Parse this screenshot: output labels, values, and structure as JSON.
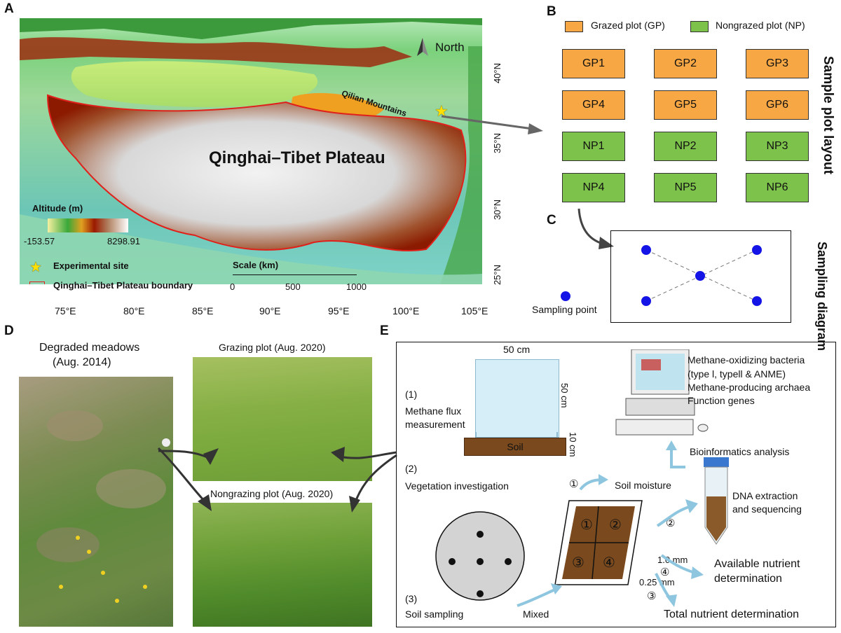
{
  "panels": {
    "a": "A",
    "b": "B",
    "c": "C",
    "d": "D",
    "e": "E"
  },
  "map": {
    "plateau_name": "Qinghai–Tibet Plateau",
    "mountains": "Qilian Mountains",
    "north": "North",
    "altitude_title": "Altitude (m)",
    "altitude_min": "-153.57",
    "altitude_max": "8298.91",
    "legend_site": "Experimental site",
    "legend_boundary": "Qinghai–Tibet Plateau boundary",
    "scale_title": "Scale (km)",
    "scale_ticks": [
      "0",
      "500",
      "1000"
    ],
    "lon_ticks": [
      "75°E",
      "80°E",
      "85°E",
      "90°E",
      "95°E",
      "100°E",
      "105°E"
    ],
    "lat_ticks": [
      "40°N",
      "35°N",
      "30°N",
      "25°N"
    ],
    "colors": {
      "low": "#ffffff",
      "green": "#2e9b2e",
      "red": "#9b1a00",
      "water": "#7fd3c8"
    }
  },
  "plot_layout": {
    "legend_gp": "Grazed plot (GP)",
    "legend_np": "Nongrazed plot (NP)",
    "title": "Sample plot layout",
    "rows": [
      [
        "GP1",
        "GP2",
        "GP3"
      ],
      [
        "GP4",
        "GP5",
        "GP6"
      ],
      [
        "NP1",
        "NP2",
        "NP3"
      ],
      [
        "NP4",
        "NP5",
        "NP6"
      ]
    ],
    "colors": {
      "gp": "#f7a844",
      "np": "#7dc24b"
    }
  },
  "sampling": {
    "title": "Sampling diagram",
    "legend": "Sampling point",
    "point_color": "#1414e6"
  },
  "photos": {
    "degraded_title_1": "Degraded meadows",
    "degraded_title_2": "(Aug. 2014)",
    "grazing_title": "Grazing plot (Aug. 2020)",
    "nongrazing_title": "Nongrazing plot (Aug. 2020)"
  },
  "workflow": {
    "chamber_width": "50 cm",
    "chamber_height": "50 cm",
    "soil_depth": "10 cm",
    "soil_label": "Soil",
    "step1_num": "(1)",
    "step1_a": "Methane flux",
    "step1_b": "measurement",
    "step2_num": "(2)",
    "step2": "Vegetation investigation",
    "step3_num": "(3)",
    "step3": "Soil sampling",
    "mixed": "Mixed",
    "bio_lines": [
      "Methane-oxidizing bacteria",
      "(type l, typell & ANME)",
      "Methane-producing archaea",
      "Function genes"
    ],
    "bioinformatics": "Bioinformatics analysis",
    "dna_1": "DNA extraction",
    "dna_2": "and sequencing",
    "soil_moisture": "Soil moisture",
    "sieve_1": "1.0 mm",
    "sieve_2": "0.25 mm",
    "available_1": "Available nutrient",
    "available_2": "determination",
    "total": "Total nutrient determination",
    "quadrants": [
      "①",
      "②",
      "③",
      "④"
    ],
    "circled": [
      "①",
      "②",
      "③",
      "④"
    ]
  }
}
